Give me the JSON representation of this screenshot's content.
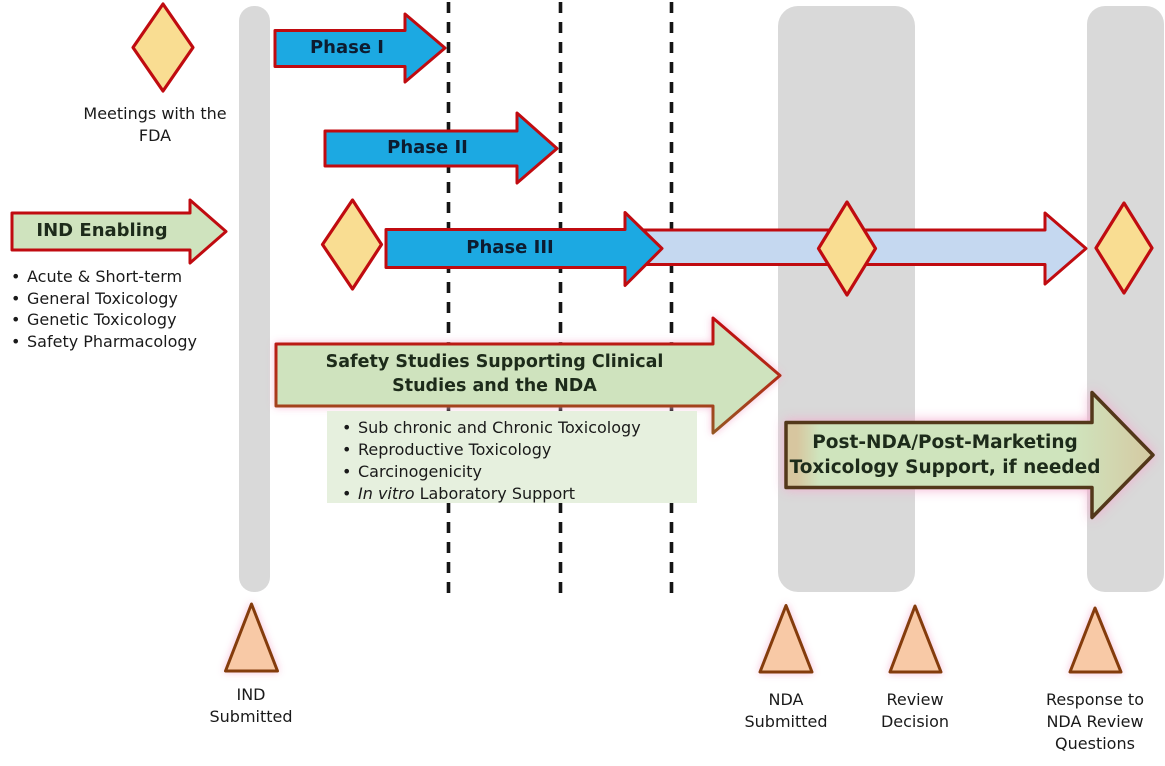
{
  "colors": {
    "blue_arrow": "#1CA9E2",
    "light_blue_arrow": "#C5D8F0",
    "green_arrow": "#CFE3BE",
    "green_box": "#E6F0DE",
    "diamond_yellow": "#F9DD92",
    "triangle_peach": "#F8C9A6",
    "outline_red": "#C00B10",
    "outline_brown": "#53381A",
    "triangle_outline": "#843C0C",
    "gray_bar": "#D9D9D9"
  },
  "fda_meetings": {
    "line1": "Meetings with the",
    "line2": "FDA"
  },
  "phases": {
    "phase1_label": "Phase I",
    "phase2_label": "Phase II",
    "phase3_label": "Phase III"
  },
  "ind_enabling": {
    "title": "IND Enabling",
    "bullets": [
      "Acute & Short-term",
      "General Toxicology",
      "Genetic Toxicology",
      "Safety Pharmacology"
    ]
  },
  "safety_studies": {
    "title_line1": "Safety Studies Supporting Clinical",
    "title_line2": "Studies and the NDA",
    "bullets": [
      "Sub chronic and Chronic Toxicology",
      "Reproductive Toxicology",
      "Carcinogenicity"
    ],
    "bullet_invitro": {
      "italic": "In vitro",
      "rest": " Laboratory Support"
    }
  },
  "post_nda": {
    "line1": "Post-NDA/Post-Marketing",
    "line2": "Toxicology Support, if needed"
  },
  "milestones": {
    "ind_submitted": {
      "line1": "IND",
      "line2": "Submitted"
    },
    "nda_submitted": {
      "line1": "NDA",
      "line2": "Submitted"
    },
    "review_decision": {
      "line1": "Review",
      "line2": "Decision"
    },
    "response": {
      "line1": "Response to",
      "line2": "NDA Review",
      "line3": "Questions"
    }
  }
}
